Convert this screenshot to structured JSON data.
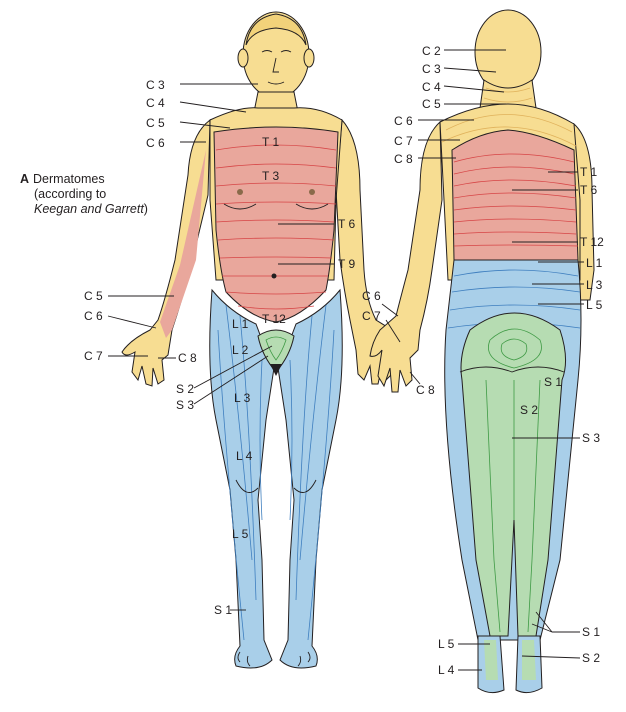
{
  "caption": {
    "letter": "A",
    "line1": "Dermatomes",
    "line2": "(according to",
    "line3_italic": "Keegan and Garrett",
    "line3_tail": ")"
  },
  "front_labels": {
    "c3": "C 3",
    "c4": "C 4",
    "c5": "C 5",
    "c6": "C 6",
    "t1": "T 1",
    "t3": "T 3",
    "t6": "T 6",
    "t9": "T 9",
    "t12": "T 12",
    "c5_arm": "C 5",
    "c6_arm": "C 6",
    "c7": "C 7",
    "c8": "C 8",
    "l1": "L 1",
    "l2": "L 2",
    "s2": "S 2",
    "s3": "S 3",
    "l3": "L 3",
    "l4": "L 4",
    "l5": "L 5",
    "s1": "S 1"
  },
  "back_labels": {
    "c2": "C 2",
    "c3": "C 3",
    "c4": "C 4",
    "c5": "C 5",
    "c6": "C 6",
    "c7": "C 7",
    "c8": "C 8",
    "t1": "T 1",
    "t6": "T 6",
    "t12": "T 12",
    "l1": "L 1",
    "l3": "L 3",
    "l5": "L 5",
    "c6_arm": "C 6",
    "c7_arm": "C 7",
    "c8_arm": "C 8",
    "s1": "S 1",
    "s2": "S 2",
    "s3": "S 3",
    "s1_foot": "S 1",
    "l5_foot": "L 5",
    "s2_foot": "S 2",
    "l4_foot": "L 4"
  },
  "colors": {
    "cervical": "#f7dd92",
    "thoracic": "#e9a79c",
    "lumbar": "#a9cfe9",
    "sacral": "#b6dcb2"
  }
}
